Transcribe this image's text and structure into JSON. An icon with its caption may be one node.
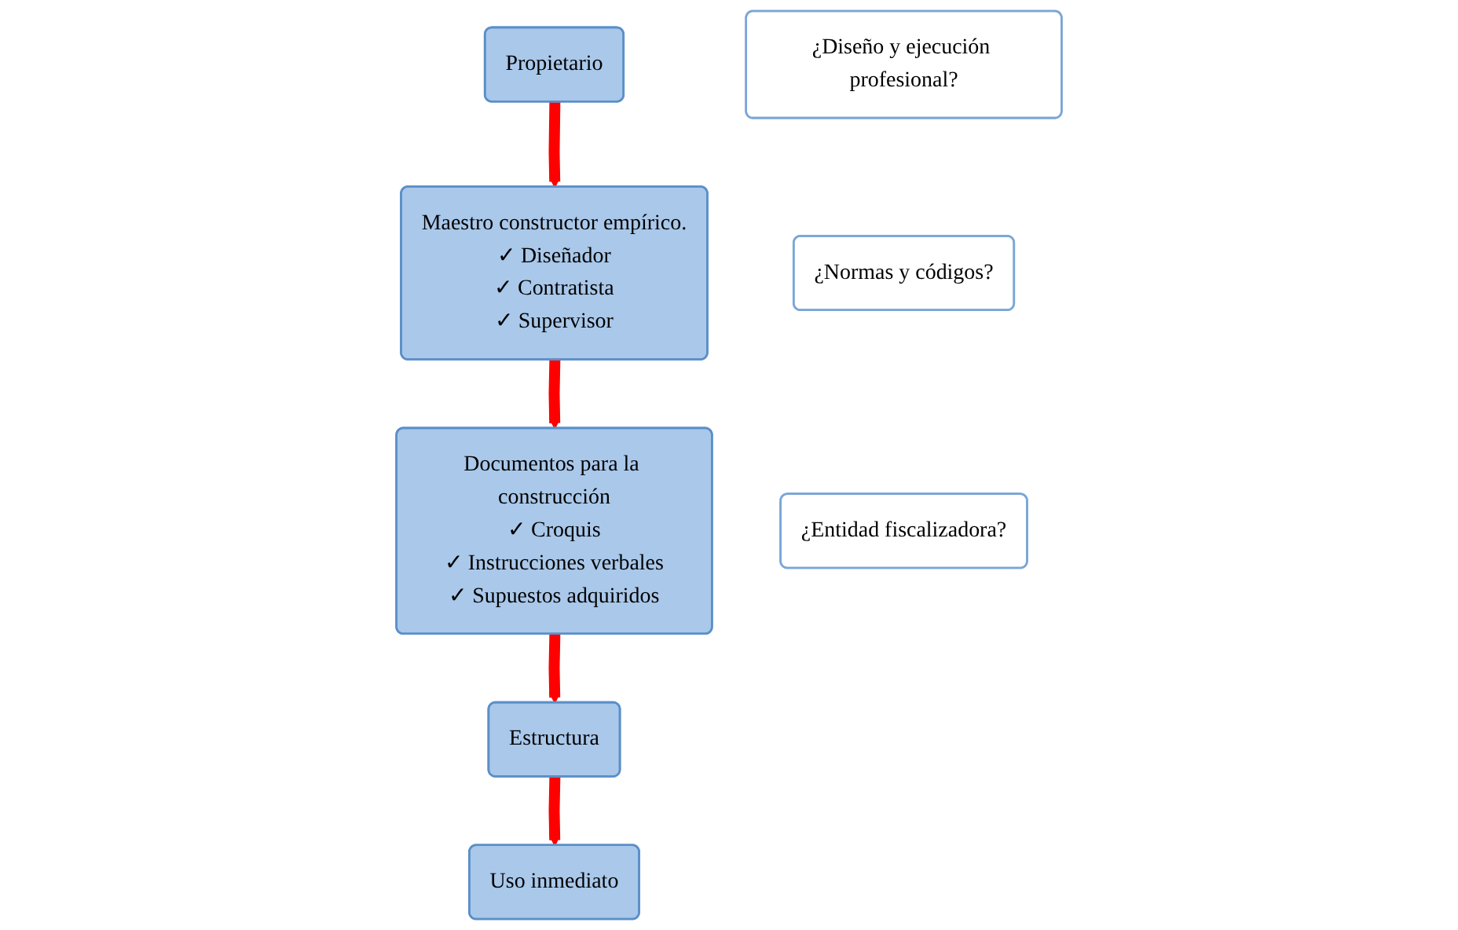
{
  "diagram": {
    "nodes": [
      {
        "text": [
          "Propietario"
        ]
      },
      {
        "text": [
          "Maestro constructor empírico.",
          "✓ Diseñador",
          "✓ Contratista",
          "✓ Supervisor"
        ]
      },
      {
        "text": [
          "Documentos para la construcción",
          "✓ Croquis",
          "✓ Instrucciones verbales",
          "✓ Supuestos adquiridos"
        ]
      },
      {
        "text": [
          "Estructura"
        ]
      },
      {
        "text": [
          "Uso inmediato"
        ]
      },
      {
        "text": [
          "¿Diseño y ejecución profesional?"
        ]
      },
      {
        "text": [
          "¿Normas y códigos?"
        ]
      },
      {
        "text": [
          "¿Entidad fiscalizadora?"
        ]
      }
    ],
    "edges": [
      {
        "from": 0,
        "to": 1,
        "arrow": "to"
      },
      {
        "from": 1,
        "to": 2,
        "arrow": "to"
      },
      {
        "from": 2,
        "to": 3,
        "arrow": "to"
      },
      {
        "from": 3,
        "to": 4,
        "arrow": "to"
      }
    ]
  }
}
